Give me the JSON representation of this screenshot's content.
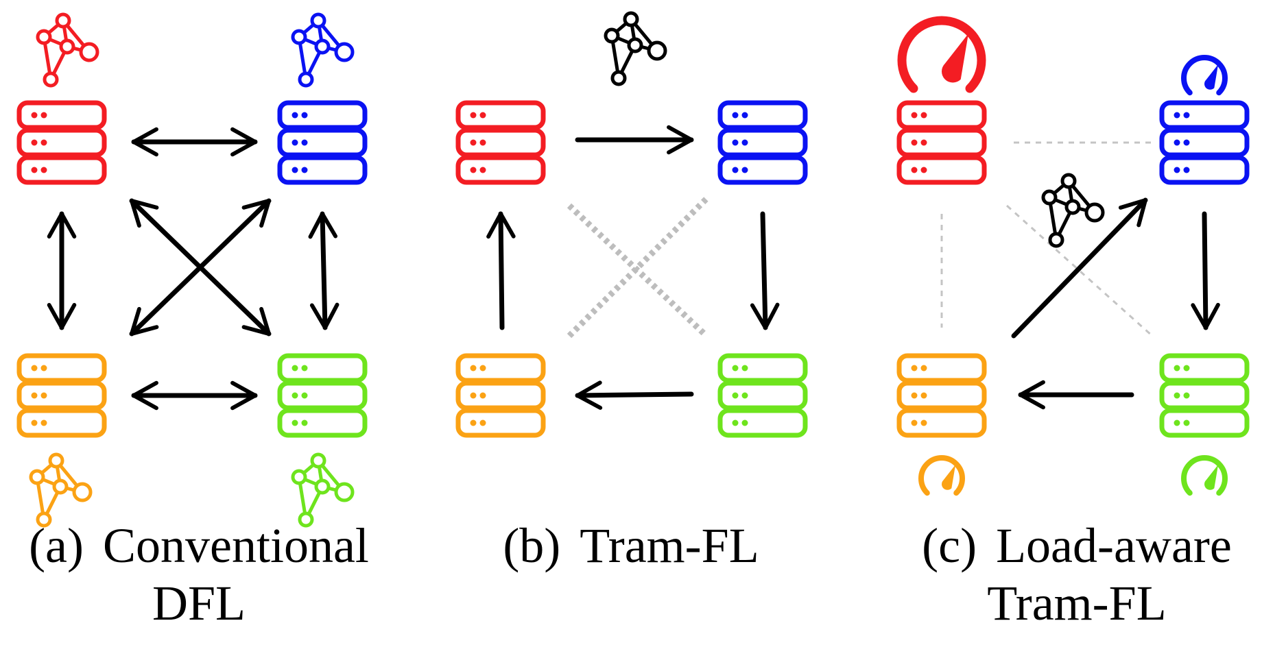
{
  "colors": {
    "red": "#f31d23",
    "blue": "#0a12f2",
    "orange": "#fba214",
    "green": "#6ee41d",
    "arrow": "#000000",
    "dashed_link": "#bdbdbd"
  },
  "icons": {
    "server": "server-stack-icon",
    "model": "model-graph-icon",
    "load": "speedometer-gauge-icon"
  },
  "panels": [
    {
      "id": "a",
      "label": "(a)",
      "title_line1": "Conventional",
      "title_line2": "DFL",
      "link_type": "all-to-all bidirectional"
    },
    {
      "id": "b",
      "label": "(b)",
      "title_line1": "Tram-FL",
      "title_line2": "",
      "link_type": "ring unidirectional, diagonals unused"
    },
    {
      "id": "c",
      "label": "(c)",
      "title_line1": "Load-aware",
      "title_line2": "Tram-FL",
      "link_type": "load-aware routing",
      "loads": {
        "red": 1.0,
        "blue": 0.5,
        "orange": 0.5,
        "green": 0.5
      }
    }
  ]
}
